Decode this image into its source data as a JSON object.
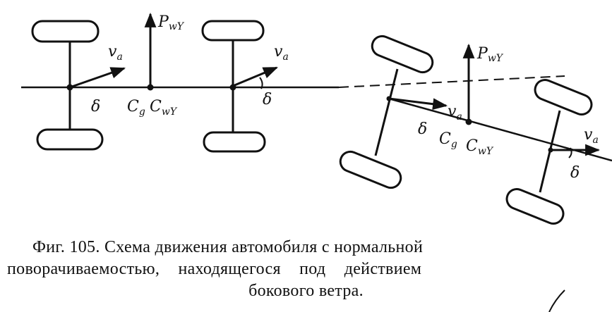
{
  "figure": {
    "labels": {
      "v_main": "v",
      "v_sub": "a",
      "delta": "δ",
      "c_main": "C",
      "c_sub_g": "g",
      "c_sub_wy": "wY",
      "p_main": "P",
      "p_sub": "wY"
    }
  },
  "caption": {
    "line1": "Фиг. 105. Схема движения автомобиля с нормальной",
    "line2": "поворачиваемостью, находящегося под действием",
    "line3": "бокового ветра."
  }
}
